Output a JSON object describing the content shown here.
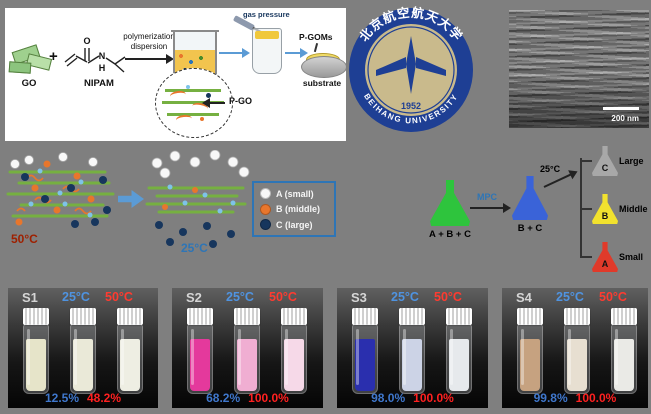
{
  "colors": {
    "page_bg": "#7f7f7f",
    "scheme_panel_bg": "#ffffff",
    "arrow_blue": "#5b9bd5",
    "cold_text": "#4f93e0",
    "hot_text": "#ff3b30",
    "hot_schematic_text": "#9e2000",
    "cold_schematic_text": "#2e75b6",
    "logo_blue": "#1e3f94",
    "logo_gold": "#c9ba8c",
    "go_sheet_green": "#76b041"
  },
  "temps": {
    "cold": "25°C",
    "hot": "50°C"
  },
  "scheme": {
    "go_label": "GO",
    "plus": "+",
    "nipam_label": "NIPAM",
    "atom_o": "O",
    "atom_n": "N",
    "atom_h": "H",
    "step1_line1": "polymerization",
    "step1_line2": "dispersion",
    "gas_pressure_label": "gas pressure",
    "pgo_label": "P-GO",
    "pgoms_label": "P-GOMs",
    "substrate_label": "substrate"
  },
  "logo": {
    "cn": "北京航空航天大学",
    "en": "BEIHANG UNIVERSITY",
    "year": "1952"
  },
  "sem": {
    "scalebar_label": "200 nm"
  },
  "schematic": {
    "legend": [
      {
        "label": "A (small)",
        "color": "#f7f7f7"
      },
      {
        "label": "B (middle)",
        "color": "#e8762c"
      },
      {
        "label": "C (large)",
        "color": "#17365d"
      }
    ]
  },
  "flow": {
    "mix_flask": {
      "label": "A + B + C",
      "color": "#2ec43d"
    },
    "process_label": "MPC",
    "bc_flask": {
      "label": "B + C",
      "color": "#3a63d8"
    },
    "branch_temp": "25°C",
    "branches": [
      {
        "letter": "C",
        "label": "Large",
        "color": "#a8a8a8"
      },
      {
        "letter": "B",
        "label": "Middle",
        "color": "#f2e22e"
      },
      {
        "letter": "A",
        "label": "Small",
        "color": "#e03a2a"
      }
    ]
  },
  "samples": [
    {
      "name": "S1",
      "cold_pct": "12.5%",
      "hot_pct": "48.2%",
      "vials": [
        "#e6e4c9",
        "#eae9d8",
        "#eeeee3"
      ]
    },
    {
      "name": "S2",
      "cold_pct": "68.2%",
      "hot_pct": "100.0%",
      "vials": [
        "#e4399c",
        "#f0aed2",
        "#f6d9e8"
      ]
    },
    {
      "name": "S3",
      "cold_pct": "98.0%",
      "hot_pct": "100.0%",
      "vials": [
        "#2a2fae",
        "#ccd3e6",
        "#e6e9ec"
      ]
    },
    {
      "name": "S4",
      "cold_pct": "99.8%",
      "hot_pct": "100.0%",
      "vials": [
        "#c6a280",
        "#e7dfd1",
        "#eaeae6"
      ]
    }
  ]
}
